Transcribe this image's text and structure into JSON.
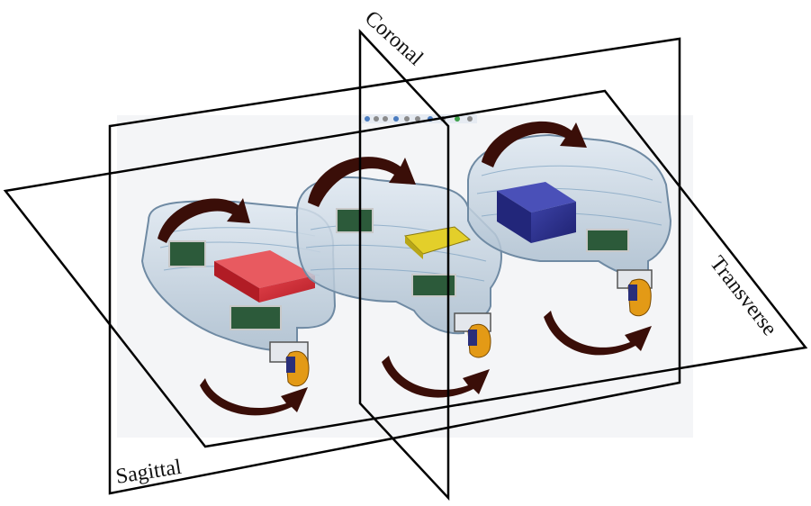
{
  "diagram": {
    "planes": {
      "coronal": "Coronal",
      "transverse": "Transverse",
      "sagittal": "Sagittal"
    },
    "devices": [
      {
        "id": "left",
        "block_label": "red-block",
        "block_color": "#d6303a"
      },
      {
        "id": "center",
        "block_label": "yellow-connector",
        "block_color": "#e3cf2a"
      },
      {
        "id": "right",
        "block_label": "blue-block",
        "block_color": "#2c2f8c"
      }
    ],
    "colors": {
      "plane_stroke": "#000000",
      "shell_fill": "#c9d6e3",
      "shell_stroke": "#6f8aa3",
      "arrow": "#3a0e08",
      "pcb": "#2c5a3a",
      "clip": "#e39a16",
      "clip_inner": "#2a2f7a"
    },
    "icons": [
      "toolbar-icons"
    ]
  }
}
